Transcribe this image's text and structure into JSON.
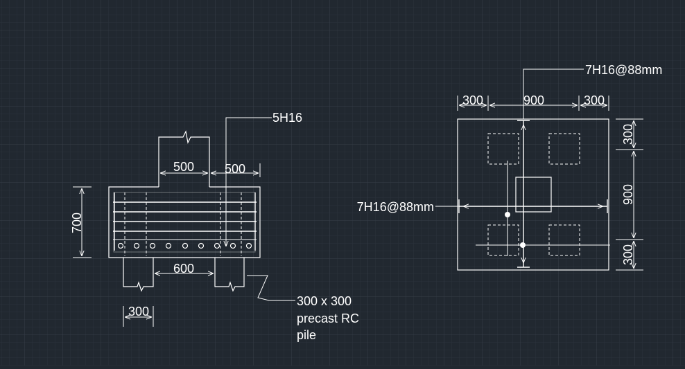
{
  "colors": {
    "background": "#212830",
    "grid_minor": "#2c333c",
    "grid_major": "#353d47",
    "linework": "#ffffff"
  },
  "section": {
    "dim_height": "700",
    "dim_pedestal_left": "500",
    "dim_pedestal_right": "500",
    "dim_pile_spacing": "600",
    "dim_pile_width": "300",
    "label_bars": "5H16",
    "label_pile_lines": [
      "300 x 300",
      "precast RC",
      "pile"
    ]
  },
  "plan": {
    "label_top": "7H16@88mm",
    "label_left": "7H16@88mm",
    "dim_top": [
      "300",
      "900",
      "300"
    ],
    "dim_right": [
      "300",
      "900",
      "300"
    ]
  }
}
